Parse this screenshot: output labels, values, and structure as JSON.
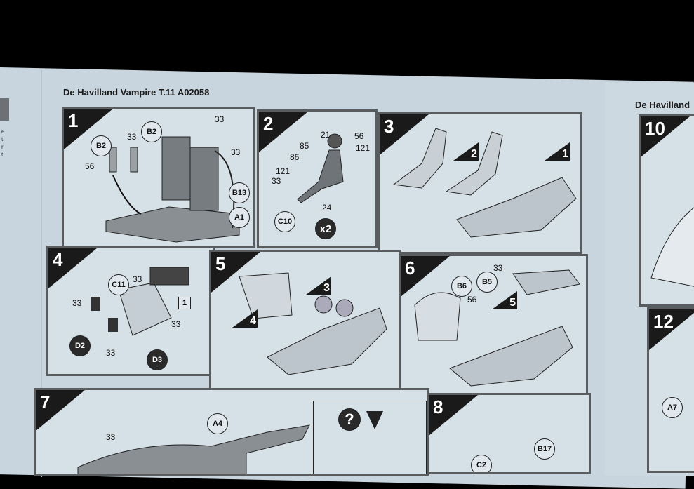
{
  "header": {
    "title": "De Havilland Vampire T.11 A02058",
    "right_title": "De Havilland"
  },
  "left_edge_text": [
    "e",
    "t,",
    "r",
    "t"
  ],
  "steps": {
    "s1": {
      "number": "1",
      "callouts": [
        "B2",
        "B2",
        "B13",
        "A1"
      ],
      "labels": [
        "33",
        "33",
        "33",
        "56"
      ]
    },
    "s2": {
      "number": "2",
      "callouts": [
        "C10"
      ],
      "badge": "x2",
      "labels": [
        "21",
        "56",
        "85",
        "121",
        "86",
        "121",
        "33",
        "24"
      ]
    },
    "s3": {
      "number": "3",
      "subs": [
        "2",
        "1"
      ]
    },
    "s4": {
      "number": "4",
      "callouts": [
        "C11",
        "D2",
        "D3"
      ],
      "labels": [
        "33",
        "33",
        "33",
        "33"
      ],
      "ref": "1"
    },
    "s5": {
      "number": "5",
      "subs": [
        "3",
        "4"
      ]
    },
    "s6": {
      "number": "6",
      "callouts": [
        "B6",
        "B5"
      ],
      "labels": [
        "33",
        "56"
      ],
      "subs": [
        "5"
      ]
    },
    "s7": {
      "number": "7",
      "callouts": [
        "A4"
      ],
      "labels": [
        "33"
      ],
      "inset": "?"
    },
    "s8": {
      "number": "8",
      "callouts": [
        "B17",
        "C2"
      ]
    },
    "s10": {
      "number": "10"
    },
    "s12": {
      "number": "12",
      "callouts": [
        "A7"
      ]
    }
  }
}
